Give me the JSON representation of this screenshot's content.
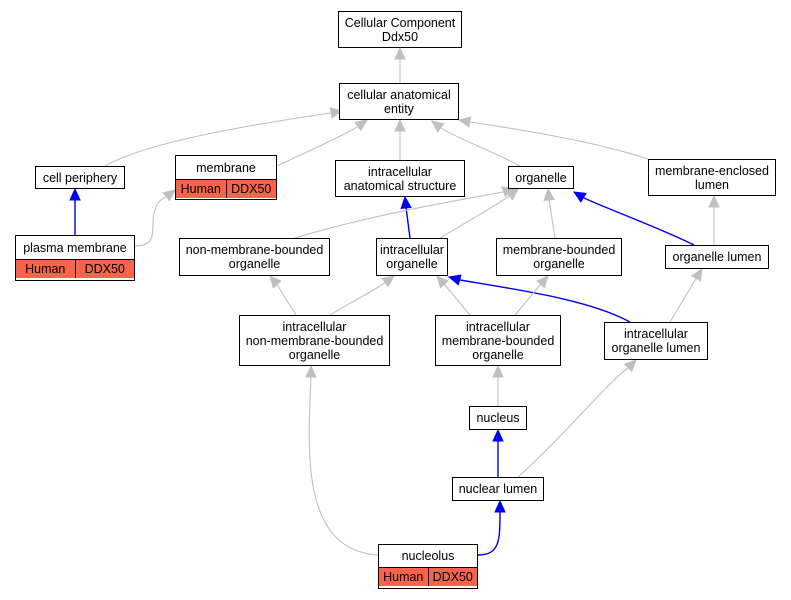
{
  "colors": {
    "is_a_edge": "#c0c0c0",
    "part_of_edge": "#0000ee",
    "annotation_fill": "#f8634b",
    "node_border": "#000000"
  },
  "nodes": {
    "root": {
      "line1": "Cellular Component",
      "line2": "Ddx50"
    },
    "cae": {
      "line1": "cellular anatomical",
      "line2": "entity"
    },
    "cell_periphery": {
      "line1": "cell periphery"
    },
    "membrane": {
      "line1": "membrane",
      "species": "Human",
      "gene": "DDX50"
    },
    "ias": {
      "line1": "intracellular",
      "line2": "anatomical structure"
    },
    "organelle": {
      "line1": "organelle"
    },
    "mel": {
      "line1": "membrane-enclosed",
      "line2": "lumen"
    },
    "plasma_membrane": {
      "line1": "plasma membrane",
      "species": "Human",
      "gene": "DDX50"
    },
    "nmbo": {
      "line1": "non-membrane-bounded",
      "line2": "organelle"
    },
    "io": {
      "line1": "intracellular",
      "line2": "organelle"
    },
    "mbo": {
      "line1": "membrane-bounded",
      "line2": "organelle"
    },
    "ol": {
      "line1": "organelle lumen"
    },
    "inmbo": {
      "line1": "intracellular",
      "line2": "non-membrane-bounded",
      "line3": "organelle"
    },
    "imbo": {
      "line1": "intracellular",
      "line2": "membrane-bounded",
      "line3": "organelle"
    },
    "iol": {
      "line1": "intracellular",
      "line2": "organelle lumen"
    },
    "nucleus": {
      "line1": "nucleus"
    },
    "nuclear_lumen": {
      "line1": "nuclear lumen"
    },
    "nucleolus": {
      "line1": "nucleolus",
      "species": "Human",
      "gene": "DDX50"
    }
  },
  "edges": [
    {
      "from": "cae",
      "to": "root",
      "type": "is_a"
    },
    {
      "from": "cell_periphery",
      "to": "cae",
      "type": "is_a"
    },
    {
      "from": "membrane",
      "to": "cae",
      "type": "is_a"
    },
    {
      "from": "ias",
      "to": "cae",
      "type": "is_a"
    },
    {
      "from": "organelle",
      "to": "cae",
      "type": "is_a"
    },
    {
      "from": "mel",
      "to": "cae",
      "type": "is_a"
    },
    {
      "from": "plasma_membrane",
      "to": "cell_periphery",
      "type": "part_of"
    },
    {
      "from": "plasma_membrane",
      "to": "membrane",
      "type": "is_a"
    },
    {
      "from": "io",
      "to": "ias",
      "type": "part_of"
    },
    {
      "from": "nmbo",
      "to": "organelle",
      "type": "is_a"
    },
    {
      "from": "io",
      "to": "organelle",
      "type": "is_a"
    },
    {
      "from": "mbo",
      "to": "organelle",
      "type": "is_a"
    },
    {
      "from": "ol",
      "to": "organelle",
      "type": "part_of"
    },
    {
      "from": "ol",
      "to": "mel",
      "type": "is_a"
    },
    {
      "from": "inmbo",
      "to": "nmbo",
      "type": "is_a"
    },
    {
      "from": "inmbo",
      "to": "io",
      "type": "is_a"
    },
    {
      "from": "imbo",
      "to": "io",
      "type": "is_a"
    },
    {
      "from": "iol",
      "to": "io",
      "type": "part_of"
    },
    {
      "from": "imbo",
      "to": "mbo",
      "type": "is_a"
    },
    {
      "from": "iol",
      "to": "ol",
      "type": "is_a"
    },
    {
      "from": "nucleus",
      "to": "imbo",
      "type": "is_a"
    },
    {
      "from": "nuclear_lumen",
      "to": "nucleus",
      "type": "part_of"
    },
    {
      "from": "nuclear_lumen",
      "to": "iol",
      "type": "is_a"
    },
    {
      "from": "nucleolus",
      "to": "inmbo",
      "type": "is_a"
    },
    {
      "from": "nucleolus",
      "to": "nuclear_lumen",
      "type": "part_of"
    }
  ]
}
